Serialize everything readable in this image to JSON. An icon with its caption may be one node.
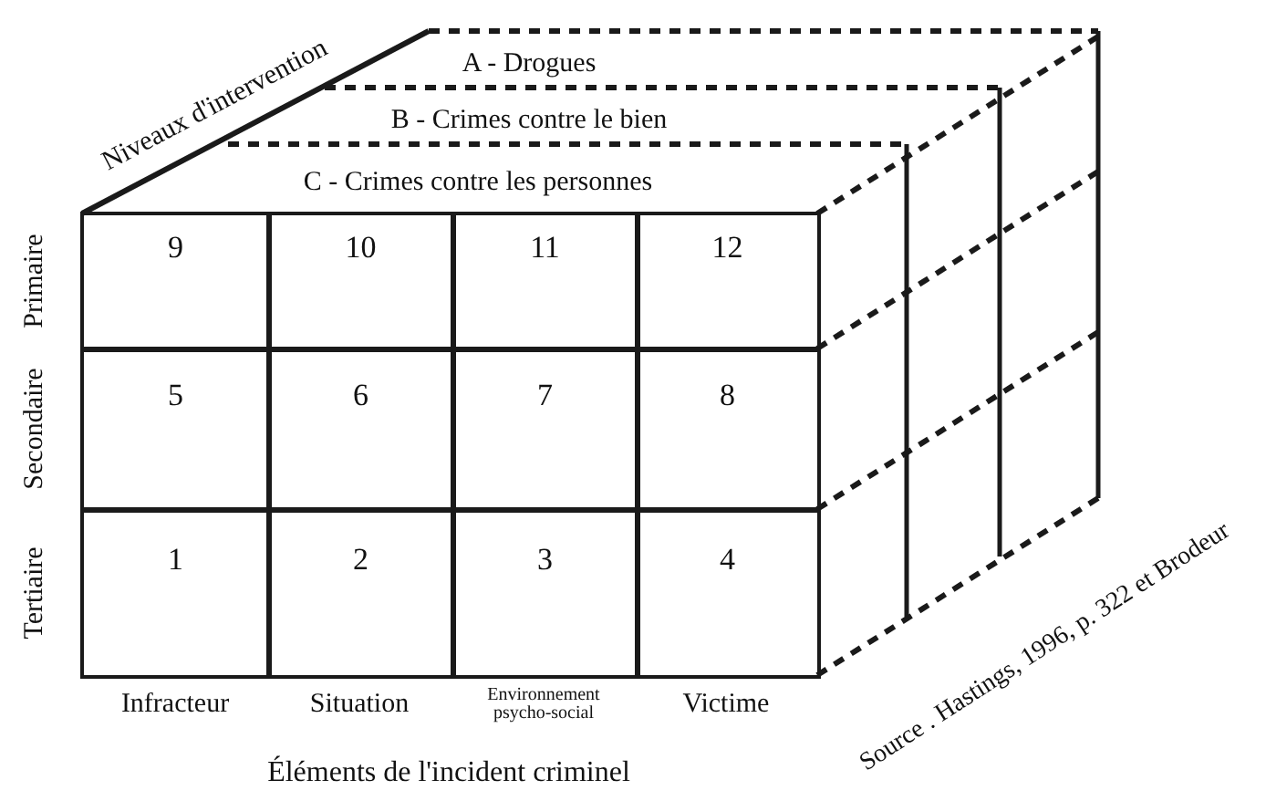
{
  "diagram": {
    "title": "Éléments de l'incident criminel",
    "nodes": [
      {
        "text": [
          "9"
        ]
      },
      {
        "text": [
          "10"
        ]
      },
      {
        "text": [
          "11"
        ]
      },
      {
        "text": [
          "12"
        ]
      },
      {
        "text": [
          "5"
        ]
      },
      {
        "text": [
          "6"
        ]
      },
      {
        "text": [
          "7"
        ]
      },
      {
        "text": [
          "8"
        ]
      },
      {
        "text": [
          "1"
        ]
      },
      {
        "text": [
          "2"
        ]
      },
      {
        "text": [
          "3"
        ]
      },
      {
        "text": [
          "4"
        ]
      }
    ],
    "labels": [
      "Niveaux d'intervention",
      "A - Drogues",
      "B - Crimes contre le bien",
      "C - Crimes contre les personnes",
      "Primaire",
      "Secondaire",
      "Tertiaire",
      "Infracteur",
      "Situation",
      "Environnement psycho-social",
      "Victime",
      "Source . Hastings, 1996, p. 322 et Brodeur"
    ]
  }
}
